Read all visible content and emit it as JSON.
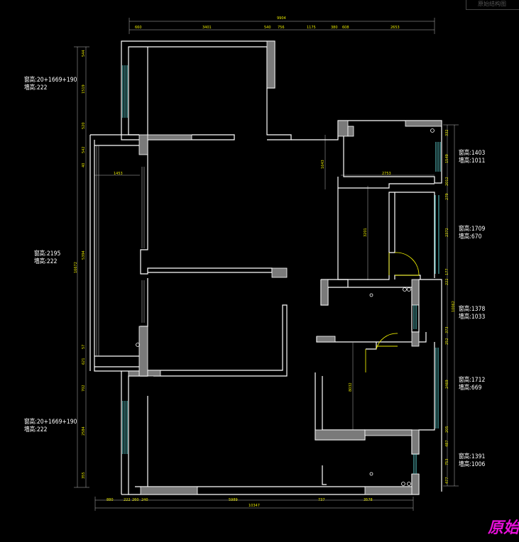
{
  "plan": {
    "top_dims": {
      "overall": "9904",
      "segments": [
        "660",
        "3401",
        "540",
        "756",
        "1175",
        "380",
        "608",
        "2653"
      ]
    },
    "bottom_dims": {
      "overall": "10347",
      "segments": [
        "880",
        "222",
        "260",
        "240",
        "5989",
        "737",
        "3578"
      ]
    },
    "left_dims": {
      "overall": "16672",
      "segments": [
        "544",
        "1519",
        "520",
        "542",
        "40",
        "5394",
        "57",
        "621",
        "702",
        "2584",
        "355"
      ]
    },
    "right_dims": {
      "overall": "10062",
      "segments": [
        "332",
        "1549",
        "2012",
        "279",
        "2372",
        "177",
        "222",
        "373",
        "252",
        "2469",
        "205",
        "487",
        "753",
        "477"
      ]
    },
    "interior_dims": [
      "1453",
      "1643",
      "2753",
      "3201",
      "8032"
    ],
    "window_labels": [
      {
        "line1": "窗高:20+1669+190",
        "line2": "墙高:222"
      },
      {
        "line1": "窗高:2195",
        "line2": "墙高:222"
      },
      {
        "line1": "窗高:20+1669+190",
        "line2": "墙高:222"
      },
      {
        "line1": "窗高:1403",
        "line2": "墙高:1011"
      },
      {
        "line1": "窗高:1709",
        "line2": "墙高:670"
      },
      {
        "line1": "窗高:1378",
        "line2": "墙高:1033"
      },
      {
        "line1": "窗高:1712",
        "line2": "墙高:669"
      },
      {
        "line1": "窗高:1391",
        "line2": "墙高:1006"
      }
    ],
    "title_tag": "原始",
    "top_box_text": "原始结构图"
  },
  "colors": {
    "background": "#000000",
    "wall": "#ffffff",
    "wall_fill": "#7a7a7a",
    "window": "#5fd3d3",
    "dimension": "#e6e600",
    "door": "#e6e600",
    "title": "#e60fd8"
  }
}
